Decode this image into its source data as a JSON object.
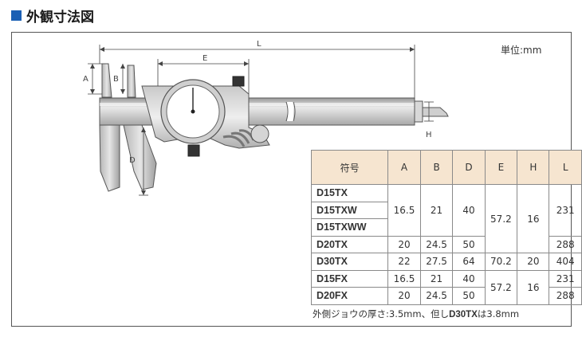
{
  "heading": {
    "text": "外観寸法図",
    "accent": "#1a5fb4"
  },
  "unit_label": "単位:mm",
  "dimension_labels": {
    "L": "L",
    "E": "E",
    "A": "A",
    "B": "B",
    "D": "D",
    "H": "H"
  },
  "table": {
    "headers": [
      "符号",
      "A",
      "B",
      "D",
      "E",
      "H",
      "L"
    ],
    "models": [
      "D15TX",
      "D15TXW",
      "D15TXWW",
      "D20TX",
      "D30TX",
      "D15FX",
      "D20FX"
    ],
    "groups": [
      {
        "rows": 3,
        "A": "16.5",
        "B": "21",
        "D": "40"
      },
      {
        "rows": 1,
        "A": "20",
        "B": "24.5",
        "D": "50"
      },
      {
        "rows": 1,
        "A": "22",
        "B": "27.5",
        "D": "64"
      },
      {
        "rows": 1,
        "A": "16.5",
        "B": "21",
        "D": "40"
      },
      {
        "rows": 1,
        "A": "20",
        "B": "24.5",
        "D": "50"
      }
    ],
    "E": [
      {
        "rows": 4,
        "value": "57.2"
      },
      {
        "rows": 1,
        "value": "70.2"
      },
      {
        "rows": 2,
        "value": "57.2"
      }
    ],
    "H": [
      {
        "rows": 4,
        "value": "16"
      },
      {
        "rows": 1,
        "value": "20"
      },
      {
        "rows": 2,
        "value": "16"
      }
    ],
    "L": [
      {
        "rows": 3,
        "value": "231"
      },
      {
        "rows": 1,
        "value": "288"
      },
      {
        "rows": 1,
        "value": "404"
      },
      {
        "rows": 1,
        "value": "231"
      },
      {
        "rows": 1,
        "value": "288"
      }
    ],
    "header_bg": "#f6e5d0"
  },
  "note": {
    "prefix": "外側ジョウの厚さ:3.5mm、但し",
    "model": "D30TX",
    "suffix": "は3.8mm"
  }
}
